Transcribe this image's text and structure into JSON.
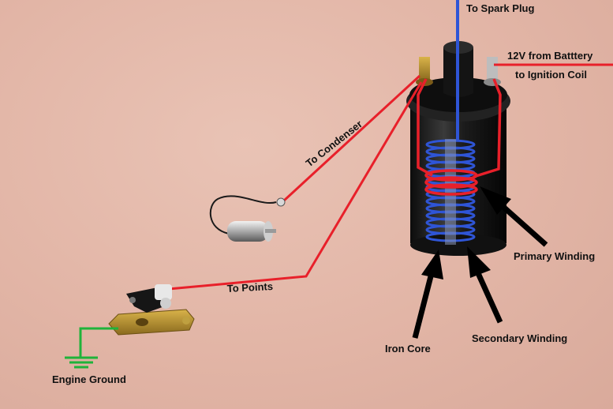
{
  "labels": {
    "spark_plug": "To Spark Plug",
    "battery_line1": "12V from Batttery",
    "battery_line2": "to Ignition Coil",
    "condenser": "To Condenser",
    "points": "To Points",
    "primary_winding": "Primary Winding",
    "secondary_winding": "Secondary Winding",
    "iron_core": "Iron Core",
    "engine_ground": "Engine Ground"
  },
  "colors": {
    "background": "#e2b7a8",
    "primary_wire": "#e8202a",
    "secondary_wire": "#2f55d6",
    "ground_wire": "#1fb33a",
    "coil_body": "#1b1b1b",
    "text": "#111111"
  }
}
